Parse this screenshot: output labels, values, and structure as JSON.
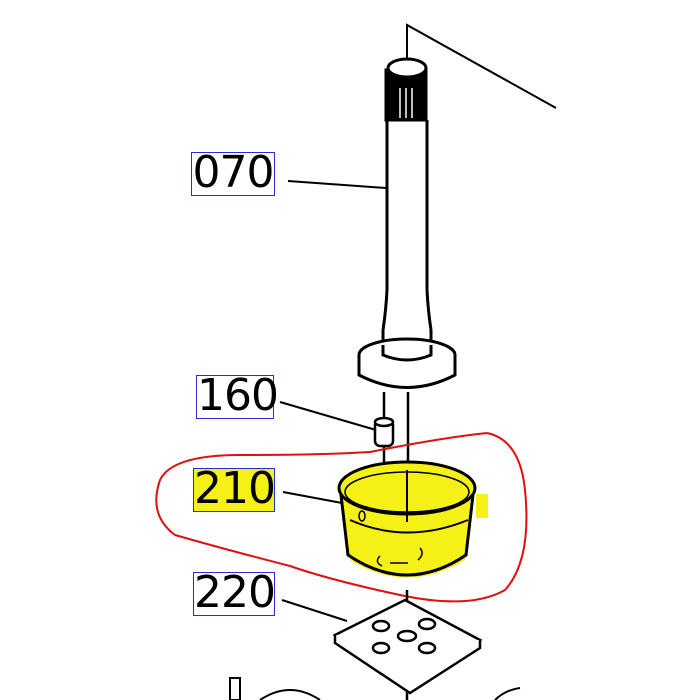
{
  "diagram": {
    "type": "exploded-parts-view",
    "callouts": [
      {
        "id": "070",
        "label": "070",
        "highlighted": false
      },
      {
        "id": "160",
        "label": "160",
        "highlighted": false
      },
      {
        "id": "210",
        "label": "210",
        "highlighted": true
      },
      {
        "id": "220",
        "label": "220",
        "highlighted": false
      }
    ],
    "colors": {
      "label_box": "#2a2ad6",
      "highlight": "#f5f016",
      "annotation_circle": "#e01010",
      "line_art": "#000000"
    }
  }
}
